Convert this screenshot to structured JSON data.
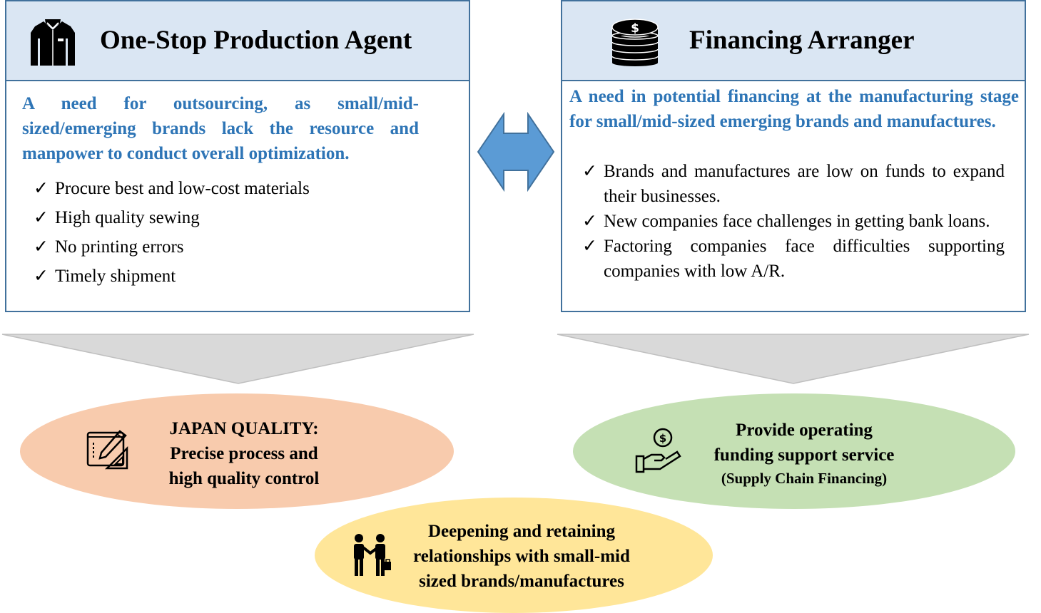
{
  "panels": {
    "left": {
      "title": "One-Stop Production Agent",
      "icon": "shirt-icon",
      "need": "A need for outsourcing, as small/mid-sized/emerging brands lack the resource and manpower to conduct overall optimization.",
      "checks": [
        "Procure best and low-cost materials",
        "High quality sewing",
        "No printing errors",
        "Timely shipment"
      ]
    },
    "right": {
      "title": "Financing Arranger",
      "icon": "coin-stack-icon",
      "need": "A need in potential financing at the manufacturing stage for small/mid-sized emerging brands and manufactures.",
      "checks": [
        "Brands and manufactures are low on funds to expand their businesses.",
        "New companies face challenges in getting bank loans.",
        "Factoring companies face difficulties supporting companies with low A/R."
      ]
    }
  },
  "check_mark": "✓",
  "outcomes": {
    "quality": {
      "line1": "JAPAN QUALITY:",
      "line2": "Precise process and",
      "line3": "high quality control"
    },
    "finance": {
      "line1": "Provide operating",
      "line2": "funding support service",
      "line3": "(Supply Chain Financing)"
    },
    "relation": {
      "line1": "Deepening and retaining",
      "line2": "relationships with small-mid",
      "line3": "sized brands/manufactures"
    }
  },
  "colors": {
    "panel_border": "#41719c",
    "panel_header": "#dae6f3",
    "need_text": "#2e75b6",
    "arrow": "#5b9bd5",
    "funnel": "#d9d9d9",
    "quality": "#f8cbad",
    "finance": "#c5e0b4",
    "relation": "#ffe699"
  }
}
